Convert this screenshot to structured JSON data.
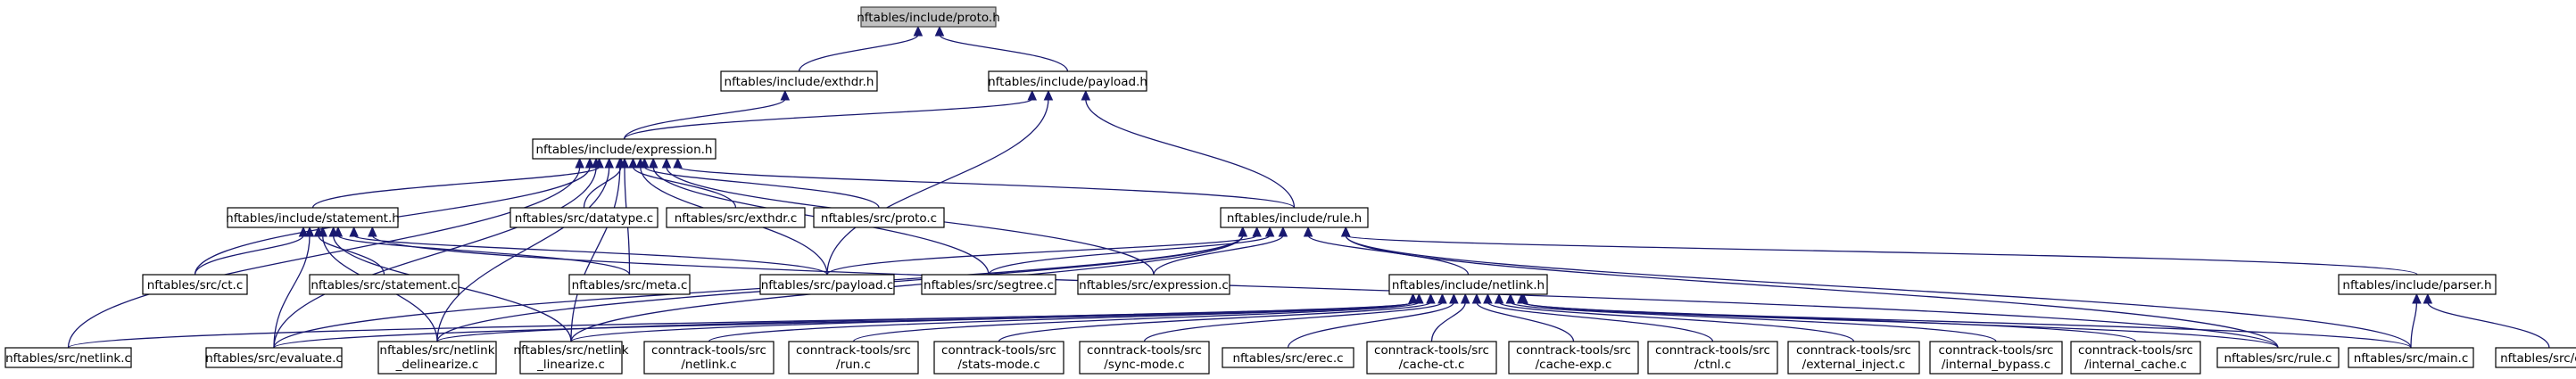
{
  "graph": {
    "title": "Dependency graph of nftables/include/proto.h",
    "colors": {
      "edge": "#191970",
      "root_fill": "#c0c0c0",
      "node_fill": "#ffffff",
      "node_border": "#000000"
    },
    "nodes": [
      {
        "id": "proto_h",
        "lines": [
          "nftables/include/proto.h"
        ],
        "root": true
      },
      {
        "id": "exthdr_h",
        "lines": [
          "nftables/include/exthdr.h"
        ]
      },
      {
        "id": "payload_h",
        "lines": [
          "nftables/include/payload.h"
        ]
      },
      {
        "id": "expression_h",
        "lines": [
          "nftables/include/expression.h"
        ]
      },
      {
        "id": "statement_h",
        "lines": [
          "nftables/include/statement.h"
        ]
      },
      {
        "id": "datatype_c",
        "lines": [
          "nftables/src/datatype.c"
        ]
      },
      {
        "id": "exthdr_c",
        "lines": [
          "nftables/src/exthdr.c"
        ]
      },
      {
        "id": "proto_c",
        "lines": [
          "nftables/src/proto.c"
        ]
      },
      {
        "id": "rule_h",
        "lines": [
          "nftables/include/rule.h"
        ]
      },
      {
        "id": "ct_c",
        "lines": [
          "nftables/src/ct.c"
        ]
      },
      {
        "id": "statement_c",
        "lines": [
          "nftables/src/statement.c"
        ]
      },
      {
        "id": "meta_c",
        "lines": [
          "nftables/src/meta.c"
        ]
      },
      {
        "id": "payload_c",
        "lines": [
          "nftables/src/payload.c"
        ]
      },
      {
        "id": "segtree_c",
        "lines": [
          "nftables/src/segtree.c"
        ]
      },
      {
        "id": "expression_c",
        "lines": [
          "nftables/src/expression.c"
        ]
      },
      {
        "id": "netlink_h",
        "lines": [
          "nftables/include/netlink.h"
        ]
      },
      {
        "id": "parser_h",
        "lines": [
          "nftables/include/parser.h"
        ]
      },
      {
        "id": "netlink_c",
        "lines": [
          "nftables/src/netlink.c"
        ]
      },
      {
        "id": "evaluate_c",
        "lines": [
          "nftables/src/evaluate.c"
        ]
      },
      {
        "id": "netlink_delin",
        "lines": [
          "nftables/src/netlink",
          "_delinearize.c"
        ]
      },
      {
        "id": "netlink_lin",
        "lines": [
          "nftables/src/netlink",
          "_linearize.c"
        ]
      },
      {
        "id": "ct_netlink_c",
        "lines": [
          "conntrack-tools/src",
          "/netlink.c"
        ]
      },
      {
        "id": "ct_run_c",
        "lines": [
          "conntrack-tools/src",
          "/run.c"
        ]
      },
      {
        "id": "ct_stats_c",
        "lines": [
          "conntrack-tools/src",
          "/stats-mode.c"
        ]
      },
      {
        "id": "ct_sync_c",
        "lines": [
          "conntrack-tools/src",
          "/sync-mode.c"
        ]
      },
      {
        "id": "erec_c",
        "lines": [
          "nftables/src/erec.c"
        ]
      },
      {
        "id": "ct_cachect_c",
        "lines": [
          "conntrack-tools/src",
          "/cache-ct.c"
        ]
      },
      {
        "id": "ct_cacheexp_c",
        "lines": [
          "conntrack-tools/src",
          "/cache-exp.c"
        ]
      },
      {
        "id": "ct_ctnl_c",
        "lines": [
          "conntrack-tools/src",
          "/ctnl.c"
        ]
      },
      {
        "id": "ct_extinj_c",
        "lines": [
          "conntrack-tools/src",
          "/external_inject.c"
        ]
      },
      {
        "id": "ct_intbyp_c",
        "lines": [
          "conntrack-tools/src",
          "/internal_bypass.c"
        ]
      },
      {
        "id": "ct_intcache_c",
        "lines": [
          "conntrack-tools/src",
          "/internal_cache.c"
        ]
      },
      {
        "id": "rule_c",
        "lines": [
          "nftables/src/rule.c"
        ]
      },
      {
        "id": "main_c",
        "lines": [
          "nftables/src/main.c"
        ]
      },
      {
        "id": "cli_c",
        "lines": [
          "nftables/src/cli.c"
        ]
      }
    ],
    "edges": [
      [
        "exthdr_h",
        "proto_h"
      ],
      [
        "payload_h",
        "proto_h"
      ],
      [
        "expression_h",
        "exthdr_h"
      ],
      [
        "expression_h",
        "payload_h"
      ],
      [
        "rule_h",
        "payload_h"
      ],
      [
        "payload_c",
        "payload_h"
      ],
      [
        "statement_h",
        "expression_h"
      ],
      [
        "datatype_c",
        "expression_h"
      ],
      [
        "exthdr_c",
        "expression_h"
      ],
      [
        "proto_c",
        "expression_h"
      ],
      [
        "rule_h",
        "expression_h"
      ],
      [
        "ct_c",
        "expression_h"
      ],
      [
        "meta_c",
        "expression_h"
      ],
      [
        "payload_c",
        "expression_h"
      ],
      [
        "segtree_c",
        "expression_h"
      ],
      [
        "expression_c",
        "expression_h"
      ],
      [
        "netlink_c",
        "expression_h"
      ],
      [
        "evaluate_c",
        "expression_h"
      ],
      [
        "netlink_delin",
        "expression_h"
      ],
      [
        "netlink_lin",
        "expression_h"
      ],
      [
        "ct_c",
        "statement_h"
      ],
      [
        "statement_c",
        "statement_h"
      ],
      [
        "meta_c",
        "statement_h"
      ],
      [
        "payload_c",
        "statement_h"
      ],
      [
        "evaluate_c",
        "statement_h"
      ],
      [
        "netlink_delin",
        "statement_h"
      ],
      [
        "netlink_lin",
        "statement_h"
      ],
      [
        "rule_c",
        "statement_h"
      ],
      [
        "payload_c",
        "rule_h"
      ],
      [
        "segtree_c",
        "rule_h"
      ],
      [
        "expression_c",
        "rule_h"
      ],
      [
        "netlink_h",
        "rule_h"
      ],
      [
        "parser_h",
        "rule_h"
      ],
      [
        "evaluate_c",
        "rule_h"
      ],
      [
        "netlink_delin",
        "rule_h"
      ],
      [
        "netlink_lin",
        "rule_h"
      ],
      [
        "rule_c",
        "rule_h"
      ],
      [
        "main_c",
        "rule_h"
      ],
      [
        "netlink_c",
        "netlink_h"
      ],
      [
        "evaluate_c",
        "netlink_h"
      ],
      [
        "netlink_delin",
        "netlink_h"
      ],
      [
        "netlink_lin",
        "netlink_h"
      ],
      [
        "ct_netlink_c",
        "netlink_h"
      ],
      [
        "ct_run_c",
        "netlink_h"
      ],
      [
        "ct_stats_c",
        "netlink_h"
      ],
      [
        "ct_sync_c",
        "netlink_h"
      ],
      [
        "erec_c",
        "netlink_h"
      ],
      [
        "ct_cachect_c",
        "netlink_h"
      ],
      [
        "ct_cacheexp_c",
        "netlink_h"
      ],
      [
        "ct_ctnl_c",
        "netlink_h"
      ],
      [
        "ct_extinj_c",
        "netlink_h"
      ],
      [
        "ct_intbyp_c",
        "netlink_h"
      ],
      [
        "ct_intcache_c",
        "netlink_h"
      ],
      [
        "rule_c",
        "netlink_h"
      ],
      [
        "main_c",
        "netlink_h"
      ],
      [
        "main_c",
        "parser_h"
      ],
      [
        "cli_c",
        "parser_h"
      ]
    ]
  }
}
